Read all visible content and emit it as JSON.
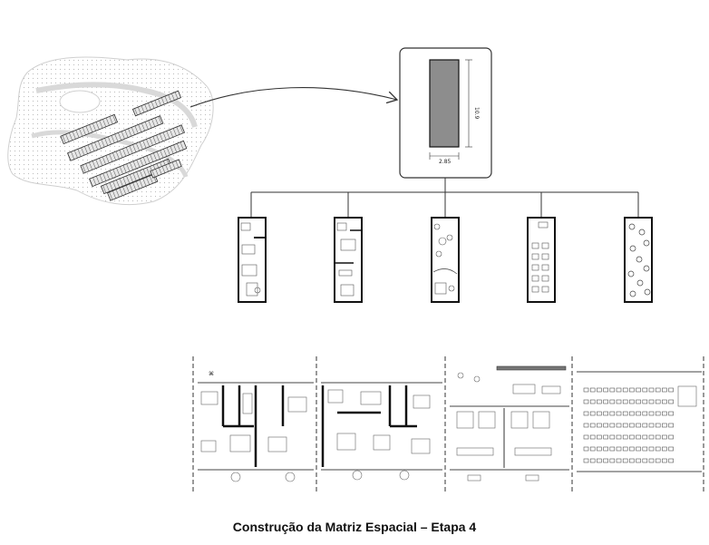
{
  "caption": "Construção da Matriz Espacial – Etapa 4",
  "module_dimensions": {
    "width_label": "2.85",
    "length_label": "10.9"
  },
  "colors": {
    "module_fill": "#8d8d8d",
    "line": "#333333",
    "terrain": "#cfcfcf"
  }
}
